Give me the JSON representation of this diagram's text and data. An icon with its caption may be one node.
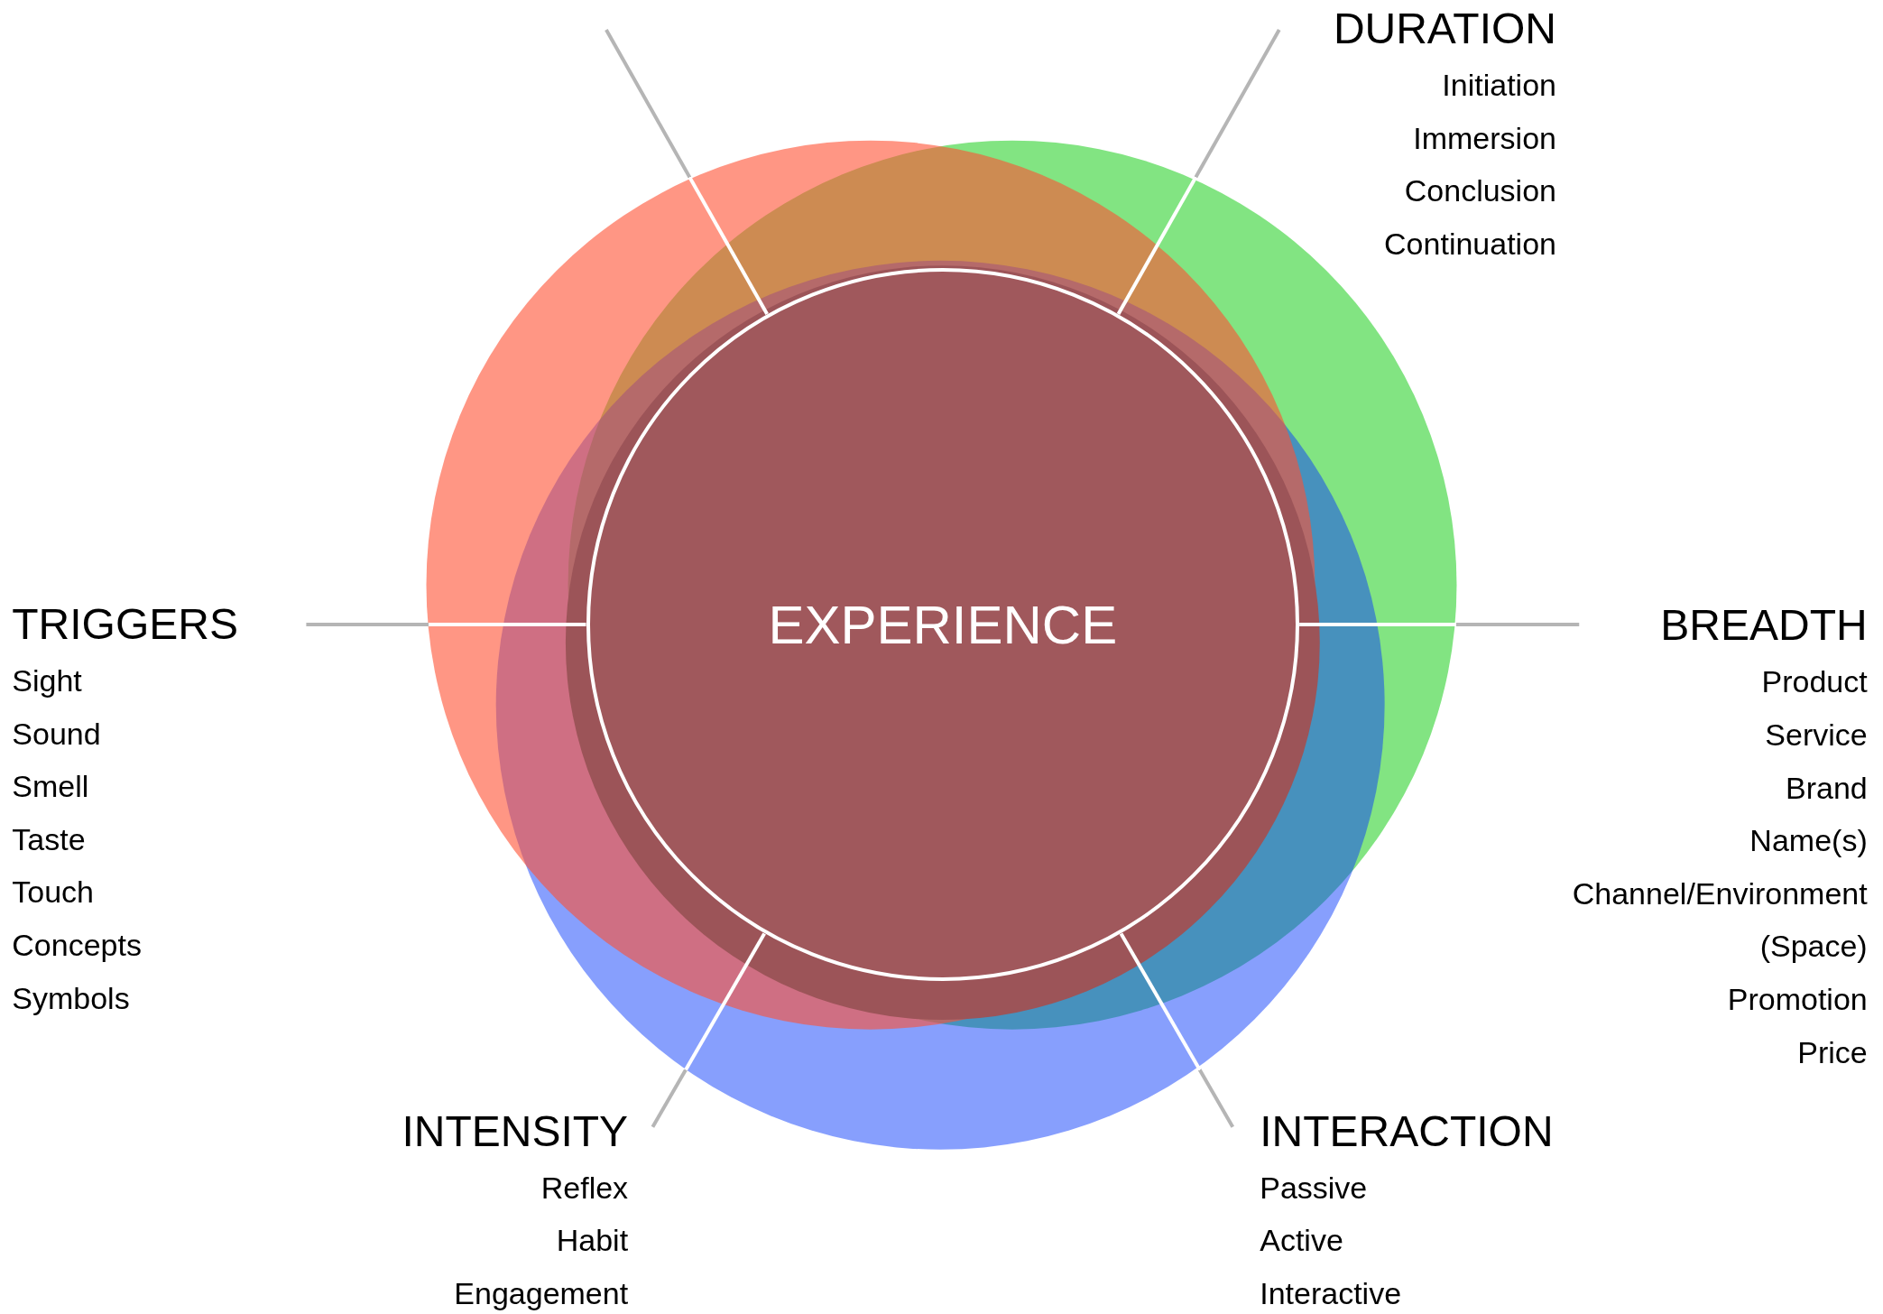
{
  "diagram": {
    "nodes": [
      {
        "text": [
          "EXPERIENCE"
        ]
      },
      {
        "text": [
          "DURATION",
          "Initiation",
          "Immersion",
          "Conclusion",
          "Continuation"
        ]
      },
      {
        "text": [
          "TRIGGERS",
          "Sight",
          "Sound",
          "Smell",
          "Taste",
          "Touch",
          "Concepts",
          "Symbols"
        ]
      },
      {
        "text": [
          "BREADTH",
          "Product",
          "Service",
          "Brand",
          "Name(s)",
          "Channel/Environment",
          "(Space)",
          "Promotion",
          "Price"
        ]
      },
      {
        "text": [
          "INTENSITY",
          "Reflex",
          "Habit",
          "Engagement"
        ]
      },
      {
        "text": [
          "INTERACTION",
          "Passive",
          "Active",
          "Interactive"
        ]
      }
    ],
    "edges": [
      {
        "from": 0,
        "to": null,
        "arrow": "none"
      },
      {
        "from": 0,
        "to": 1,
        "arrow": "none"
      },
      {
        "from": 0,
        "to": 2,
        "arrow": "none"
      },
      {
        "from": 0,
        "to": 3,
        "arrow": "none"
      },
      {
        "from": 0,
        "to": 4,
        "arrow": "none"
      },
      {
        "from": 0,
        "to": 5,
        "arrow": "none"
      }
    ]
  }
}
